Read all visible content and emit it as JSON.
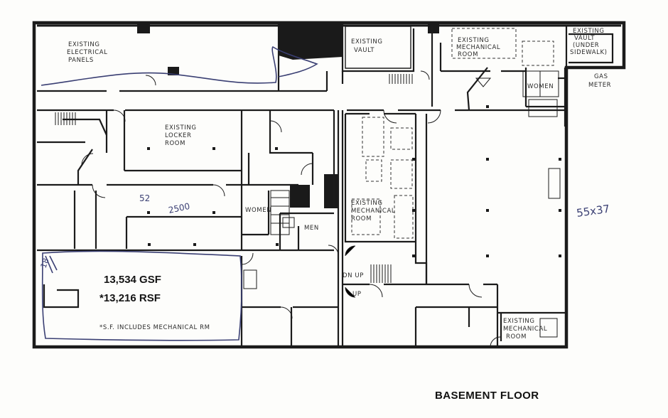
{
  "title": "BASEMENT FLOOR",
  "stats": {
    "gross": "13,534 GSF",
    "rentable": "*13,216 RSF",
    "note": "*S.F. INCLUDES MECHANICAL RM"
  },
  "annotations": {
    "dimension": "55x37",
    "width_mark": "52",
    "area_mark": "2500",
    "edge_mark": "18"
  },
  "rooms": {
    "electrical": [
      "EXISTING",
      "ELECTRICAL",
      "PANELS"
    ],
    "vault": [
      "EXISTING",
      "VAULT"
    ],
    "mech_top": [
      "EXISTING",
      "MECHANICAL",
      "ROOM"
    ],
    "vault_sidewalk": [
      "EXISTING",
      "VAULT",
      "(UNDER",
      "SIDEWALK)"
    ],
    "gas_meter": [
      "GAS",
      "METER"
    ],
    "women_top": "WOMEN",
    "locker": [
      "EXISTING",
      "LOCKER",
      "ROOM"
    ],
    "women": "WOMEN",
    "men": "MEN",
    "mech_center": [
      "EXISTING",
      "MECHANICAL",
      "ROOM"
    ],
    "mech_bottom": [
      "EXISTING",
      "MECHANICAL",
      "ROOM"
    ],
    "stair_dn_up": "DN UP",
    "stair_up": "UP"
  },
  "colors": {
    "ink": "#1b1b1b",
    "pen": "#3a3f73",
    "paper": "#fdfdfb"
  }
}
